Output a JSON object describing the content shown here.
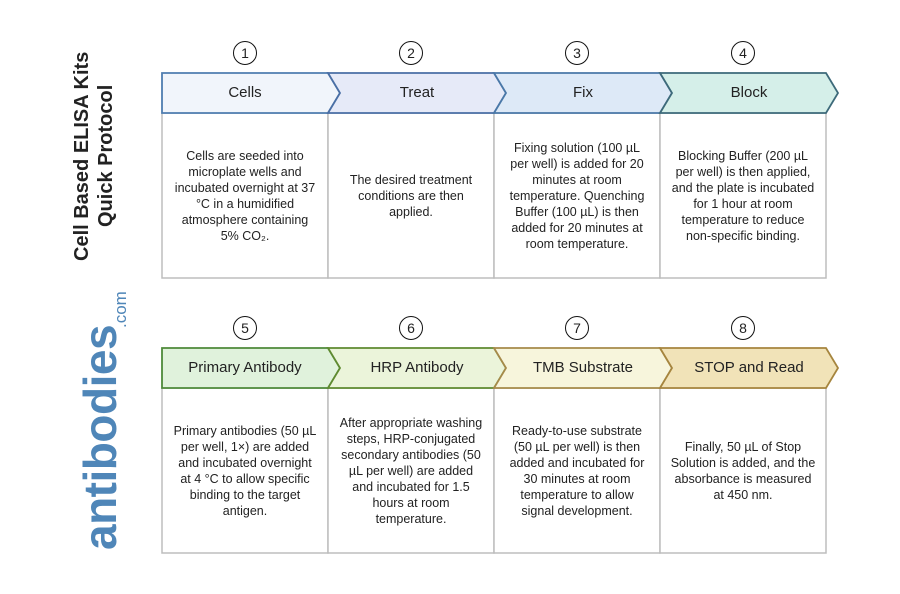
{
  "title_lines": [
    "Cell Based ELISA Kits",
    "Quick Protocol"
  ],
  "logo": {
    "main": "antibodies",
    "suffix": ".com",
    "color": "#4f86b8"
  },
  "steps": [
    {
      "number": "1",
      "label": "Cells",
      "fill": "#f1f5fb",
      "stroke": "#4f7db0",
      "text": "Cells are seeded into microplate wells and incubated overnight at 37 °C in a humidified atmosphere containing 5% CO₂."
    },
    {
      "number": "2",
      "label": "Treat",
      "fill": "#e6eaf8",
      "stroke": "#4a6fa5",
      "text": "The desired treatment conditions are then applied."
    },
    {
      "number": "3",
      "label": "Fix",
      "fill": "#dde9f7",
      "stroke": "#4a78a8",
      "text": "Fixing solution (100 µL per well) is added for 20 minutes at room temperature. Quenching Buffer (100 µL) is then added for 20 minutes at room temperature."
    },
    {
      "number": "4",
      "label": "Block",
      "fill": "#d5efe9",
      "stroke": "#3d6a7a",
      "text": "Blocking Buffer (200 µL per well) is then applied, and the plate is incubated for 1 hour at room temperature to reduce non-specific binding."
    },
    {
      "number": "5",
      "label": "Primary Antibody",
      "fill": "#e0f2dc",
      "stroke": "#4e8a3a",
      "text": "Primary antibodies (50 µL per well, 1×) are added and incubated overnight at 4 °C to allow specific binding to the target antigen."
    },
    {
      "number": "6",
      "label": "HRP Antibody",
      "fill": "#ebf4da",
      "stroke": "#5f8a30",
      "text": "After appropriate washing steps, HRP-conjugated secondary antibodies (50 µL per well) are added and incubated for 1.5 hours at room temperature."
    },
    {
      "number": "7",
      "label": "TMB Substrate",
      "fill": "#f7f5dc",
      "stroke": "#a68a4a",
      "text": "Ready-to-use substrate (50 µL per well) is then added and incubated for 30 minutes at room temperature to allow signal development."
    },
    {
      "number": "8",
      "label": "STOP and Read",
      "fill": "#f1e3b8",
      "stroke": "#a6853e",
      "text": "Finally, 50 µL of Stop Solution is added, and the absorbance is measured at 450 nm."
    }
  ]
}
